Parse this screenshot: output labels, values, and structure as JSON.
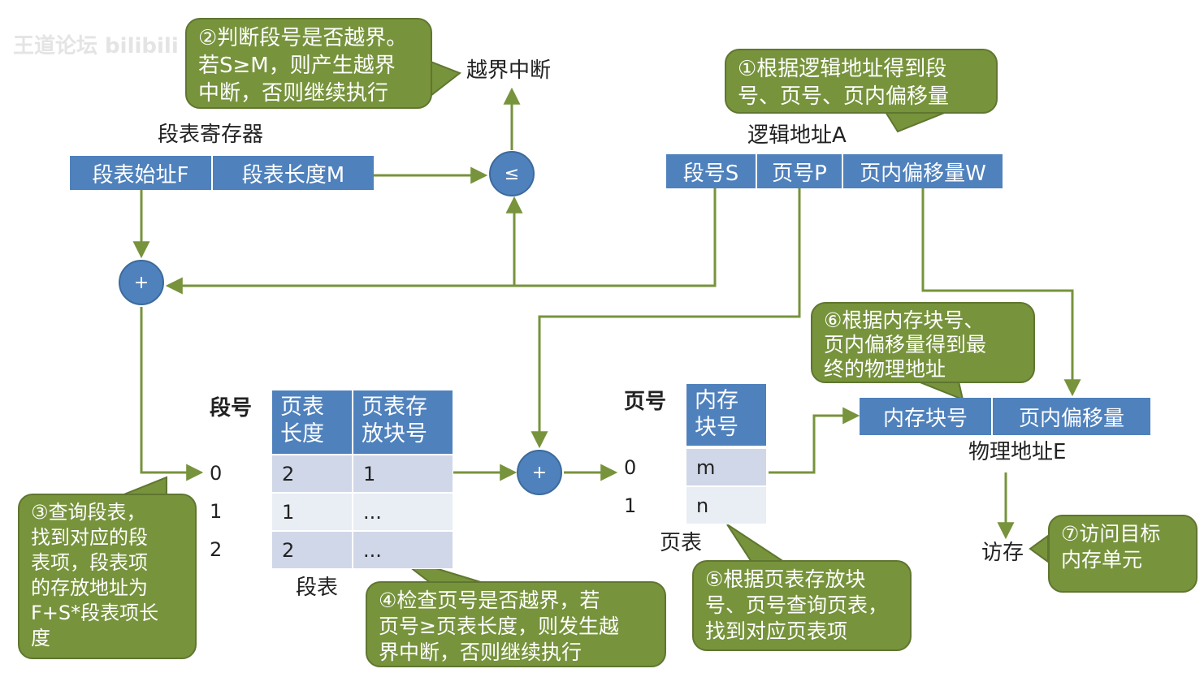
{
  "watermark": "王道论坛 bilibili",
  "segment_register": {
    "title": "段表寄存器",
    "start": "段表始址F",
    "length": "段表长度M"
  },
  "compare_symbol": "≤",
  "overflow_interrupt": "越界中断",
  "logical_address": {
    "title": "逻辑地址A",
    "seg": "段号S",
    "page": "页号P",
    "offset": "页内偏移量W"
  },
  "adder_symbol": "+",
  "segment_table": {
    "index_header": "段号",
    "headers": [
      "页表\n长度",
      "页表存\n放块号"
    ],
    "rows": [
      {
        "index": "0",
        "len": "2",
        "block": "1"
      },
      {
        "index": "1",
        "len": "1",
        "block": "..."
      },
      {
        "index": "2",
        "len": "2",
        "block": "..."
      }
    ],
    "caption": "段表"
  },
  "page_table": {
    "index_header": "页号",
    "header": "内存\n块号",
    "rows": [
      {
        "index": "0",
        "value": "m"
      },
      {
        "index": "1",
        "value": "n"
      }
    ],
    "caption": "页表"
  },
  "physical_address": {
    "title": "物理地址E",
    "block": "内存块号",
    "offset": "页内偏移量"
  },
  "access_label": "访存",
  "callouts": {
    "c1": [
      "①根据逻辑地址得到段",
      "号、页号、页内偏移量"
    ],
    "c2": [
      "②判断段号是否越界。",
      "若S≥M，则产生越界",
      "中断，否则继续执行"
    ],
    "c3": [
      "③查询段表，",
      "找到对应的段",
      "表项，段表项",
      "的存放地址为",
      "F+S*段表项长",
      "度"
    ],
    "c4": [
      "④检查页号是否越界，若",
      "页号≥页表长度，则发生越",
      "界中断，否则继续执行"
    ],
    "c5": [
      "⑤根据页表存放块",
      "号、页号查询页表，",
      "找到对应页表项"
    ],
    "c6": [
      "⑥根据内存块号、",
      "页内偏移量得到最",
      "终的物理地址"
    ],
    "c7": [
      "⑦访问目标",
      "内存单元"
    ]
  },
  "colors": {
    "blue": "#4f81bd",
    "green": "#77933c",
    "arrow": "#77933c",
    "row_dark": "#cfd7e8",
    "row_light": "#e9edf4"
  }
}
